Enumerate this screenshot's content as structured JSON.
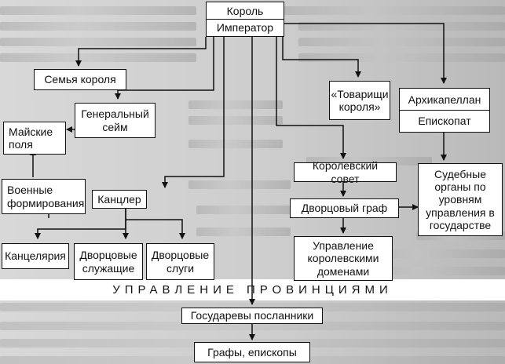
{
  "boxes": {
    "king": "Король",
    "emperor": "Император",
    "royal_family": "Семья короля",
    "royal_comrades": "«Товарищи короля»",
    "archchaplain": "Архикапеллан",
    "bishop": "Епископат",
    "may_fields": "Майские поля",
    "general_assembly": "Генеральный сейм",
    "military_formations": "Военные формирования",
    "chancellor": "Канцлер",
    "royal_council": "Королевский совет",
    "judicial_organs": "Судебные органы по уровням управления в государстве",
    "palace_count": "Дворцовый граф",
    "royal_domains_management": "Управление королевскими доменами",
    "chancellery": "Канцелярия",
    "palace_servants": "Дворцовые служащие",
    "palace_attendants": "Дворцовые слуги",
    "sovereign_envoys": "Государевы посланники",
    "counts_bishops": "Графы, епископы"
  },
  "banner": "УПРАВЛЕНИЕ ПРОВИНЦИЯМИ"
}
